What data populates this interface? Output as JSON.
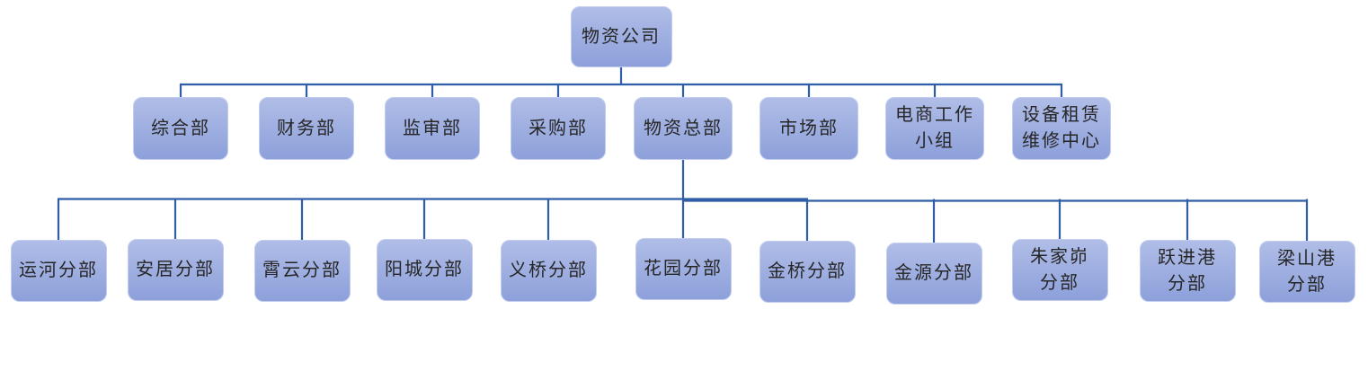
{
  "org": {
    "root": {
      "label": "物资公司"
    },
    "departments": [
      {
        "label": "综合部"
      },
      {
        "label": "财务部"
      },
      {
        "label": "监审部"
      },
      {
        "label": "采购部"
      },
      {
        "label": "物资总部"
      },
      {
        "label": "市场部"
      },
      {
        "label": "电商工作\n小组"
      },
      {
        "label": "设备租赁\n维修中心"
      }
    ],
    "branches_parent": "物资总部",
    "branches": [
      {
        "label": "运河分部"
      },
      {
        "label": "安居分部"
      },
      {
        "label": "霄云分部"
      },
      {
        "label": "阳城分部"
      },
      {
        "label": "义桥分部"
      },
      {
        "label": "花园分部"
      },
      {
        "label": "金桥分部"
      },
      {
        "label": "金源分部"
      },
      {
        "label": "朱家峁\n分部"
      },
      {
        "label": "跃进港\n分部"
      },
      {
        "label": "梁山港\n分部"
      }
    ],
    "colors": {
      "node_fill_top": "#b0bde7",
      "node_fill_bottom": "#8da0da",
      "node_border": "#c3cdf0",
      "connector": "#2f5da8",
      "text": "#262626",
      "background": "#ffffff"
    }
  }
}
